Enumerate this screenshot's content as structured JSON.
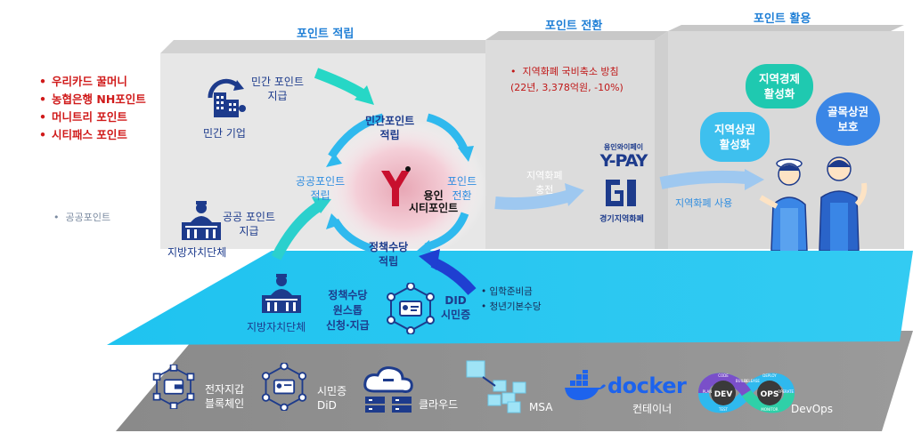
{
  "sections": {
    "accumulate": "포인트 적립",
    "convert": "포인트 전환",
    "use": "포인트 활용"
  },
  "private_points": [
    "우리카드 꿀머니",
    "농협은행 NH포인트",
    "머니트리 포인트",
    "시티패스 포인트"
  ],
  "public_point_label": "공공포인트",
  "private_company": "민간 기업",
  "private_point_give": "민간 포인트\n지급",
  "local_gov": "지방자치단체",
  "public_point_give": "공공 포인트\n지급",
  "cycle": {
    "private_accum": "민간포인트\n적립",
    "convert": "포인트\n전환",
    "policy_accum": "정책수당\n적립",
    "public_accum": "공공포인트\n적립",
    "center_title": "용인",
    "center_sub": "시티포인트"
  },
  "convert_note": "지역화폐 국비축소 방침\n(22년, 3,378억원, -10%)",
  "charge_label": "지역화폐\n충전",
  "ypay": {
    "top": "용인와이페이",
    "name": "Y-PAY",
    "sub": "경기지역화폐"
  },
  "use_label": "지역화폐 사용",
  "bubbles": {
    "b1": "지역경제\n활성화",
    "b2": "지역상권\n활성화",
    "b3": "골목상권\n보호"
  },
  "platform": {
    "local_gov": "지방자치단체",
    "policy": "정책수당\n원스톱\n신청·지급",
    "did": "DID\n시민증",
    "allowances": [
      "입학준비금",
      "청년기본수당"
    ]
  },
  "tech": {
    "blockchain": "전자지갑\n블록체인",
    "did": "시민증\nDiD",
    "cloud": "클라우드",
    "msa": "MSA",
    "docker_logo": "docker",
    "docker": "컨테이너",
    "devops": "DevOps",
    "devops_ring": [
      "DEV",
      "OPS",
      "CODE",
      "BUILD",
      "TEST",
      "RELEASE",
      "DEPLOY",
      "MONITOR",
      "PLAN",
      "OPERATE"
    ]
  },
  "colors": {
    "navy": "#1d3b8c",
    "blue": "#1f7fd6",
    "red": "#d01a1a",
    "cyan": "#29c6ee",
    "teal": "#23d5c7",
    "gray_panel": "#e4e4e4",
    "dark_gray": "#8c8c8c"
  }
}
